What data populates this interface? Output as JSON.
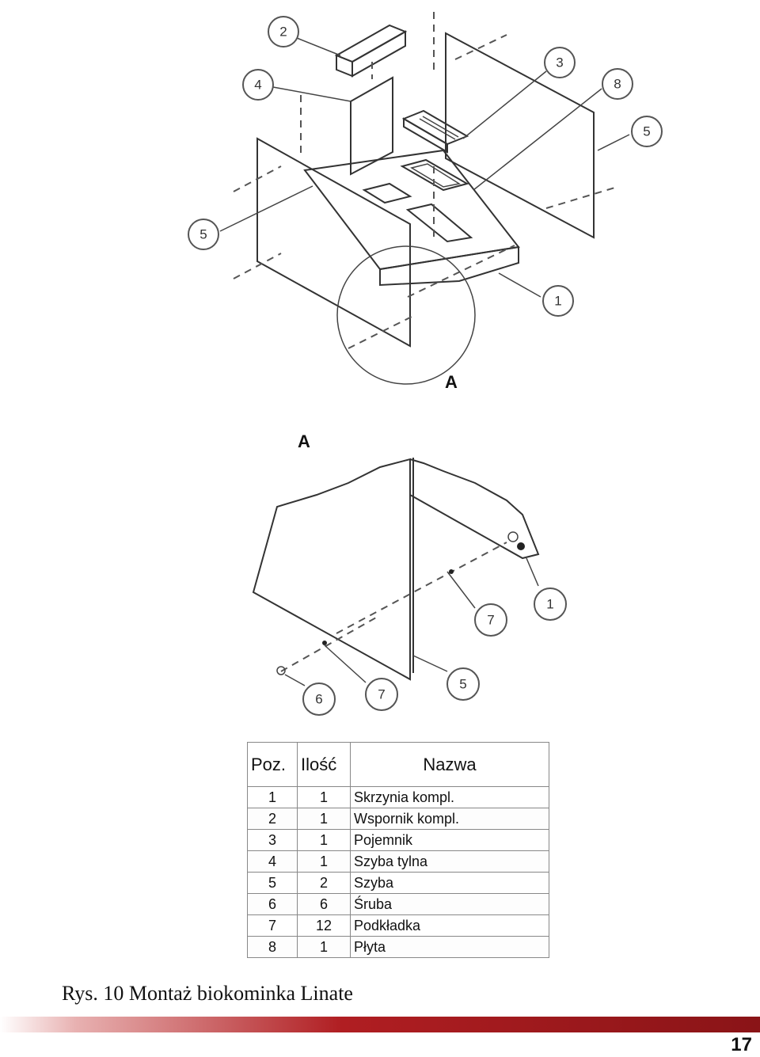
{
  "callouts": {
    "top": [
      {
        "n": "2"
      },
      {
        "n": "4"
      },
      {
        "n": "3"
      },
      {
        "n": "8"
      },
      {
        "n": "5"
      },
      {
        "n": "5"
      },
      {
        "n": "1"
      }
    ],
    "detail": [
      {
        "n": "1"
      },
      {
        "n": "7"
      },
      {
        "n": "5"
      },
      {
        "n": "7"
      },
      {
        "n": "6"
      }
    ]
  },
  "labels": {
    "detail_marker": "A",
    "detail_heading": "A"
  },
  "table": {
    "headers": [
      "Poz.",
      "Ilość",
      "Nazwa"
    ],
    "rows": [
      [
        "1",
        "1",
        "Skrzynia kompl."
      ],
      [
        "2",
        "1",
        "Wspornik kompl."
      ],
      [
        "3",
        "1",
        "Pojemnik"
      ],
      [
        "4",
        "1",
        "Szyba tylna"
      ],
      [
        "5",
        "2",
        "Szyba"
      ],
      [
        "6",
        "6",
        "Śruba"
      ],
      [
        "7",
        "12",
        "Podkładka"
      ],
      [
        "8",
        "1",
        "Płyta"
      ]
    ]
  },
  "caption": "Rys. 10 Montaż biokominka Linate",
  "page_number": "17",
  "colors": {
    "footer_band": "#b01e22"
  }
}
